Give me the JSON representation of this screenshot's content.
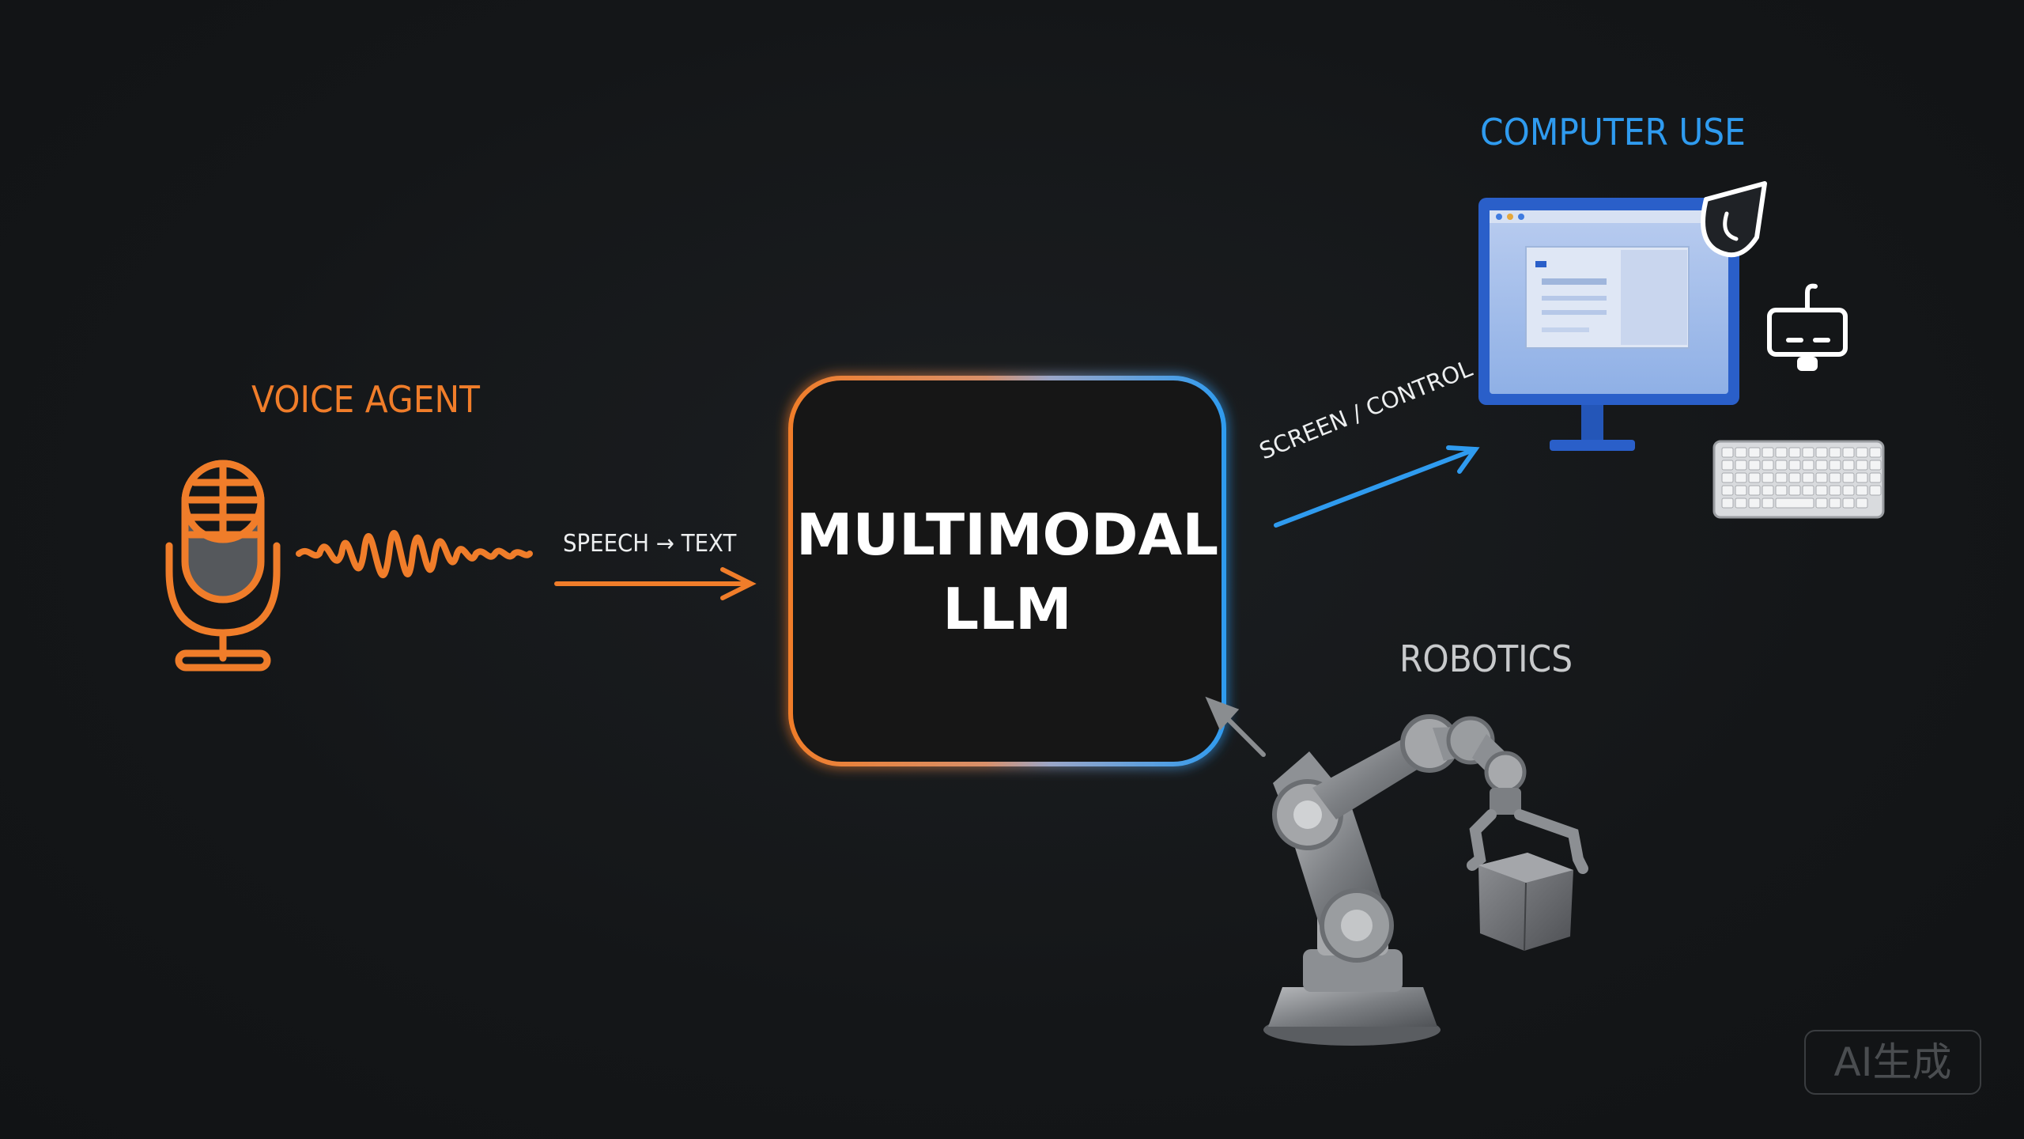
{
  "title": "",
  "nodes": {
    "voice_agent": {
      "label": "VOICE AGENT",
      "color": "#f07d2a"
    },
    "llm": {
      "line1": "MULTIMODAL",
      "line2": "LLM"
    },
    "computer_use": {
      "label": "COMPUTER USE",
      "color": "#2f9bef"
    },
    "robotics": {
      "label": "ROBOTICS",
      "color": "#c8cacc"
    }
  },
  "edges": {
    "voice_to_llm": {
      "label": "SPEECH → TEXT",
      "color": "#f07d2a"
    },
    "llm_to_computer": {
      "label": "SCREEN / CONTROL",
      "color": "#2f9bef"
    },
    "robotics_to_llm": {
      "label": "",
      "color": "#8a8d90"
    }
  },
  "icons": {
    "voice": "microphone-icon",
    "wave": "sound-wave-icon",
    "computer": "monitor-icon",
    "cursor": "mouse-cursor-icon",
    "keyboard": "keyboard-icon",
    "robot": "robotic-arm-icon",
    "device": "small-device-icon"
  },
  "watermark": "AI生成"
}
